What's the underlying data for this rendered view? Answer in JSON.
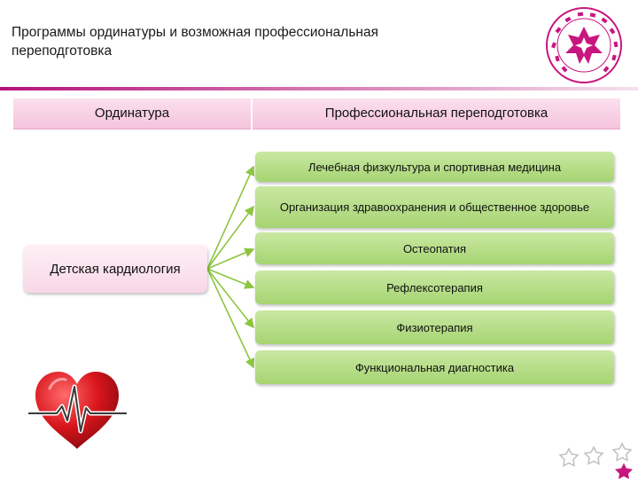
{
  "slide": {
    "title": "Программы ординатуры и возможная профессиональная переподготовка"
  },
  "table_header": {
    "residency": "Ординатура",
    "retraining": "Профессиональная переподготовка"
  },
  "source": {
    "label": "Детская кардиология"
  },
  "programs": [
    "Лечебная физкультура и спортивная медицина",
    "Организация здравоохранения и общественное здоровье",
    "Остеопатия",
    "Рефлексотерапия",
    "Физиотерапия",
    "Функциональная диагностика"
  ],
  "colors": {
    "accent_magenta": "#b4127a",
    "program_green": "#a6d472",
    "arrow_green": "#8cc63f",
    "header_pink": "#f5c3dc",
    "heart_red": "#d8151c"
  },
  "icons": {
    "logo": "minzdrav-chuvashia-logo",
    "heart": "heart-with-pulse-icon",
    "stars": "decorative-stars"
  }
}
